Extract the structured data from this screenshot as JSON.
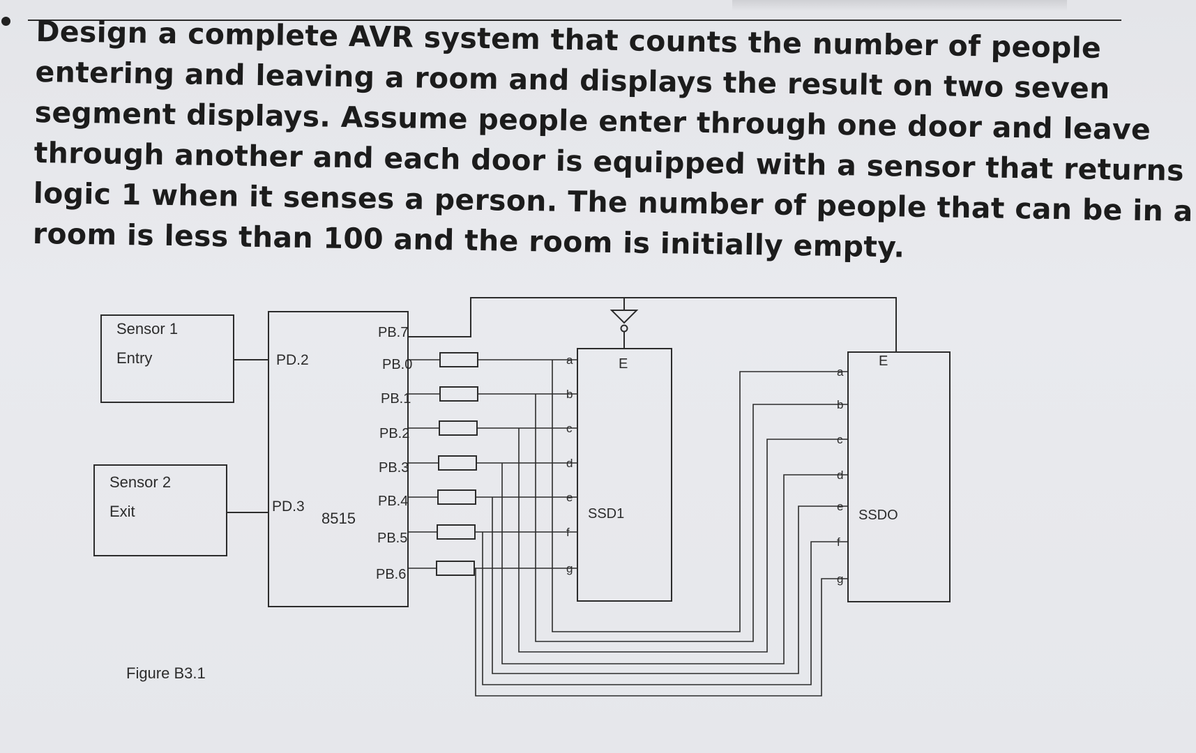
{
  "question": {
    "lines": [
      "Design a complete AVR system that counts the number of people",
      "entering and leaving a room and displays the result on two seven",
      "segment displays.  Assume people enter through one door and leave",
      "through another and each door is equipped with a sensor that returns",
      "logic 1 when it senses a person. The number of people that can be in a",
      "room is less than 100 and the room is initially empty."
    ]
  },
  "diagram": {
    "sensor1": {
      "title": "Sensor 1",
      "subtitle": "Entry"
    },
    "sensor2": {
      "title": "Sensor 2",
      "subtitle": "Exit"
    },
    "mcu": {
      "name": "8515",
      "pin_pd2": "PD.2",
      "pin_pd3": "PD.3",
      "port_pins": [
        "PB.7",
        "PB.0",
        "PB.1",
        "PB.2",
        "PB.3",
        "PB.4",
        "PB.5",
        "PB.6"
      ]
    },
    "ssd1": {
      "name": "SSD1",
      "enable": "E",
      "segments": [
        "a",
        "b",
        "c",
        "d",
        "e",
        "f",
        "g"
      ]
    },
    "ssd0": {
      "name": "SSDO",
      "enable": "E",
      "segments": [
        "a",
        "b",
        "c",
        "d",
        "e",
        "f",
        "g"
      ]
    },
    "caption": "Figure B3.1"
  },
  "colors": {
    "ink": "#2c2c2c",
    "background": "#e7e8ec"
  }
}
